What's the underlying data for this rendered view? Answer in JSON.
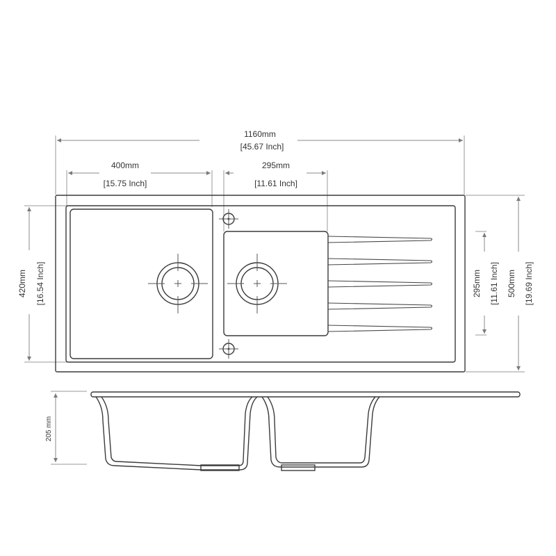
{
  "drawing": {
    "title": "Double bowl kitchen sink with drainer — technical dimensions",
    "views": [
      "top-view",
      "side-section-view"
    ]
  },
  "dimensions": {
    "overall_width": {
      "mm": "1160mm",
      "inch": "[45.67 Inch]"
    },
    "large_bowl_width": {
      "mm": "400mm",
      "inch": "[15.75 Inch]"
    },
    "small_bowl_width": {
      "mm": "295mm",
      "inch": "[11.61 Inch]"
    },
    "large_bowl_depth": {
      "mm": "420mm",
      "inch": "[16.54 Inch]"
    },
    "small_bowl_depth": {
      "mm": "295mm",
      "inch": "[11.61 Inch]"
    },
    "overall_depth": {
      "mm": "500mm",
      "inch": "[19.69 Inch]"
    },
    "bowl_height": {
      "mm": "205 mm"
    }
  },
  "features": {
    "drain_holes": 2,
    "tap_holes": 2,
    "drainer_ribs": 5
  },
  "colors": {
    "line": "#3a3a3a",
    "dimension_line": "#8a8a8a",
    "text": "#333333",
    "background": "#ffffff"
  }
}
